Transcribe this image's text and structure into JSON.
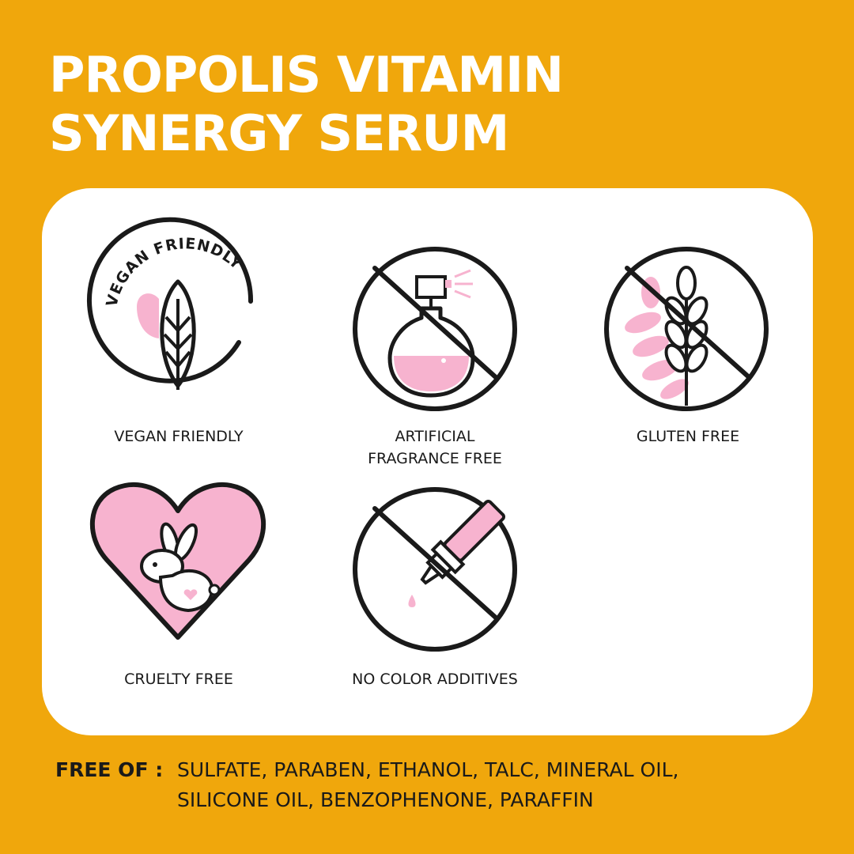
{
  "title": {
    "line1": "PROPOLIS VITAMIN",
    "line2": "SYNERGY SERUM"
  },
  "colors": {
    "background": "#f0a70c",
    "card": "#ffffff",
    "accent_pink": "#f7b3cf",
    "ink": "#1a1a1a"
  },
  "badges": [
    {
      "icon": "leaf-icon",
      "ring_text": "VEGAN FRIENDLY",
      "label_lines": [
        "VEGAN FRIENDLY"
      ]
    },
    {
      "icon": "perfume-bottle-icon",
      "label_lines": [
        "ARTIFICIAL",
        "FRAGRANCE FREE"
      ]
    },
    {
      "icon": "wheat-icon",
      "label_lines": [
        "GLUTEN FREE"
      ]
    },
    {
      "icon": "rabbit-heart-icon",
      "label_lines": [
        "CRUELTY FREE"
      ]
    },
    {
      "icon": "dropper-icon",
      "label_lines": [
        "NO COLOR ADDITIVES"
      ]
    }
  ],
  "free_of": {
    "heading": "FREE OF :",
    "line1": "SULFATE, PARABEN, ETHANOL, TALC, MINERAL OIL,",
    "line2": "SILICONE OIL, BENZOPHENONE, PARAFFIN"
  }
}
